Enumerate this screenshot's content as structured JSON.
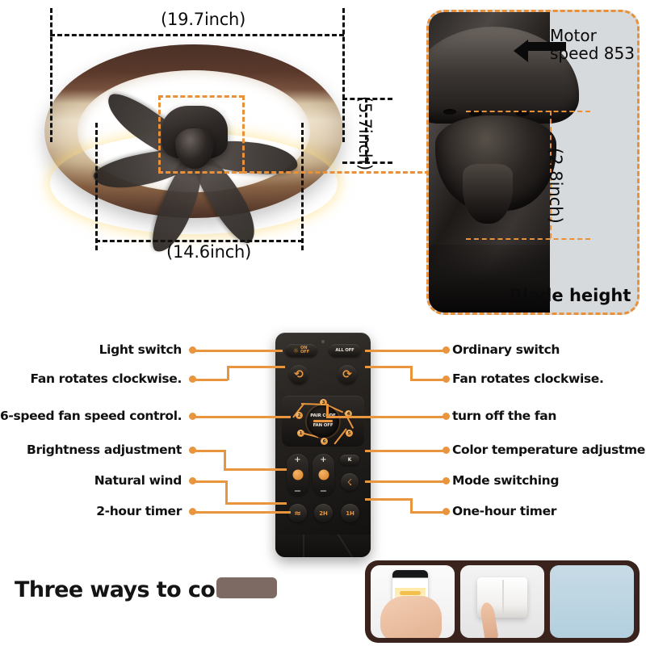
{
  "dimensions": {
    "width_label": "(19.7inch)",
    "height_label": "(5.7inch)",
    "blade_span_label": "(14.6inch)"
  },
  "motor_inset": {
    "motor_speed_label": "Motor\nspeed 853",
    "depth_label": "(2.8inch)",
    "blade_height_label": "Blade height"
  },
  "remote_callouts": {
    "left": [
      {
        "label": "Light switch"
      },
      {
        "label": "Fan rotates clockwise."
      },
      {
        "label": "6-speed fan speed control."
      },
      {
        "label": "Brightness adjustment"
      },
      {
        "label": "Natural wind"
      },
      {
        "label": "2-hour timer"
      }
    ],
    "right": [
      {
        "label": "Ordinary switch"
      },
      {
        "label": "Fan rotates clockwise."
      },
      {
        "label": "turn off the fan"
      },
      {
        "label": "Color temperature adjustment"
      },
      {
        "label": "Mode switching"
      },
      {
        "label": "One-hour timer"
      }
    ]
  },
  "remote": {
    "light_button": "ON\nOFF",
    "all_off_button": "ALL OFF",
    "pair_code": "PAIR CODE",
    "fan_off": "FAN OFF",
    "speed_dots": [
      "1",
      "2",
      "3",
      "4",
      "5",
      "6"
    ],
    "kelvin_button": "K",
    "timer_2h": "2H",
    "timer_1h": "1H",
    "plus": "+",
    "minus": "—"
  },
  "bottom": {
    "tagline": "Three ways to control",
    "panels": [
      {
        "name": "app-control"
      },
      {
        "name": "wall-switch-control"
      },
      {
        "name": "remote-control"
      }
    ]
  },
  "colors": {
    "accent_orange": "#E8953E",
    "dash_black": "#111111",
    "panel_frame": "#3A231C",
    "inset_bg": "#D7DADD"
  }
}
